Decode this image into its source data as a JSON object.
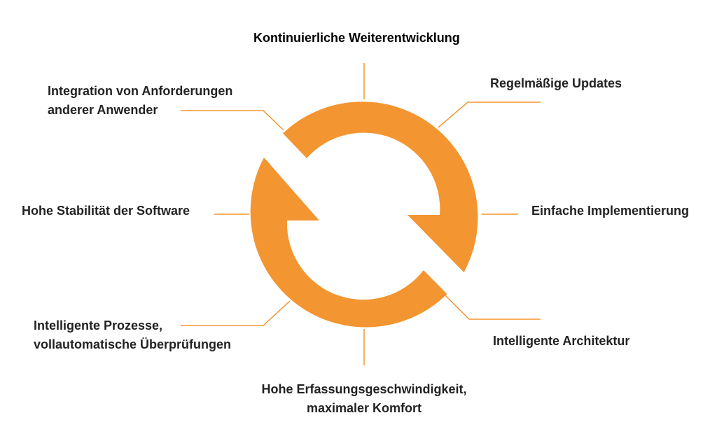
{
  "colors": {
    "accent": "#f39530",
    "text": "#222222",
    "title": "#000000"
  },
  "diagram": {
    "title": "Kontinuierliche Weiterentwicklung",
    "labels": {
      "updates": "Regelmäßige Updates",
      "implementation": "Einfache Implementierung",
      "architecture": "Intelligente Architektur",
      "capture": {
        "line1": "Hohe Erfassungsgeschwindigkeit,",
        "line2": "maximaler Komfort"
      },
      "processes": {
        "line1": "Intelligente Prozesse,",
        "line2": "vollautomatische Überprüfungen"
      },
      "stability": "Hohe Stabilität der Software",
      "integration": {
        "line1": "Integration von Anforderungen",
        "line2": "anderer Anwender"
      }
    }
  }
}
